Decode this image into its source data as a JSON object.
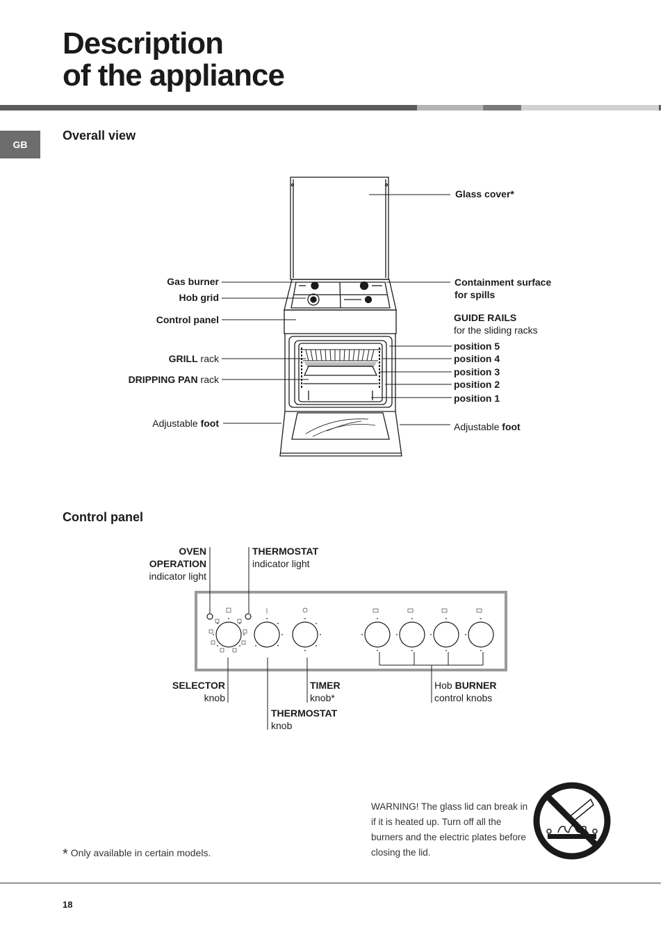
{
  "page": {
    "title_line1": "Description",
    "title_line2": "of the appliance",
    "language_tab": "GB",
    "page_number": "18"
  },
  "colors": {
    "bar_dark": "#5b5b5b",
    "bar_mid": "#b4b4b4",
    "bar_mid_dark": "#7a7a7a",
    "bar_light": "#d0d0d0",
    "tab_bg": "#6d6d6d"
  },
  "overall_view": {
    "heading": "Overall view",
    "labels": {
      "glass_cover": "Glass cover*",
      "gas_burner": "Gas burner",
      "hob_grid": "Hob grid",
      "control_panel": "Control panel",
      "grill_bold": "GRILL",
      "grill_rest": " rack",
      "dripping_bold": "DRIPPING PAN",
      "dripping_rest": " rack",
      "foot_left_pre": "Adjustable ",
      "foot_left_bold": "foot",
      "containment_1": "Containment surface",
      "containment_2": "for spills",
      "guide_rails": "GUIDE RAILS",
      "guide_rails_sub": "for the sliding racks",
      "position_5": "position 5",
      "position_4": "position 4",
      "position_3": "position 3",
      "position_2": "position 2",
      "position_1": "position 1",
      "foot_right_pre": "Adjustable ",
      "foot_right_bold": "foot"
    }
  },
  "control_panel": {
    "heading": "Control panel",
    "labels": {
      "oven_1": "OVEN",
      "oven_2": "OPERATION",
      "oven_3": "indicator light",
      "thermo_light_1": "THERMOSTAT",
      "thermo_light_2": "indicator light",
      "selector_1": "SELECTOR",
      "selector_2": "knob",
      "timer_1": "TIMER",
      "timer_2": "knob*",
      "thermo_knob_1": "THERMOSTAT",
      "thermo_knob_2": "knob",
      "hob_pre": "Hob ",
      "hob_bold": "BURNER",
      "hob_2": "control knobs"
    }
  },
  "warning": "WARNING! The glass lid can break in if it is heated up. Turn off all the burners and the electric plates before closing the lid.",
  "footnote": {
    "star": "*",
    "text": "Only available in certain models."
  }
}
